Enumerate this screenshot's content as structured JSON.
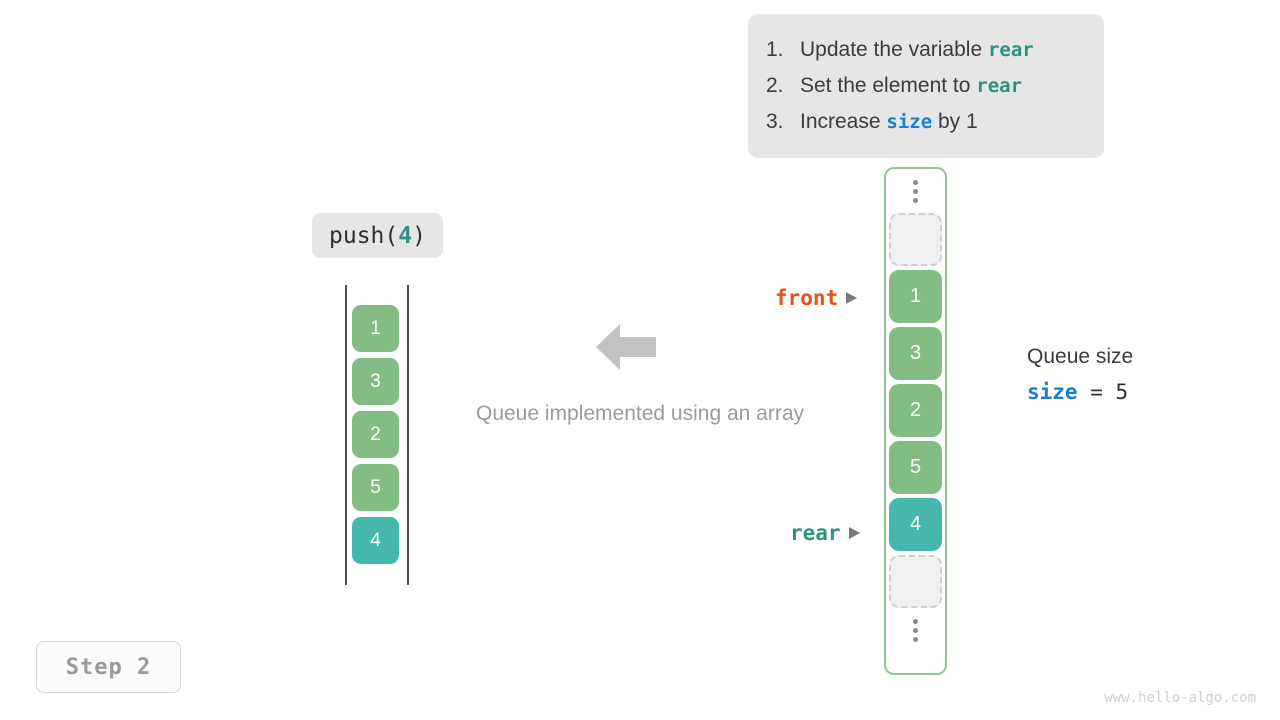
{
  "instructions": {
    "steps": [
      {
        "num": "1.",
        "before": "Update the variable ",
        "keyword": "rear",
        "keyword_kind": "rear",
        "after": ""
      },
      {
        "num": "2.",
        "before": "Set the element to ",
        "keyword": "rear",
        "keyword_kind": "rear",
        "after": ""
      },
      {
        "num": "3.",
        "before": "Increase ",
        "keyword": "size",
        "keyword_kind": "size",
        "after": " by 1"
      }
    ]
  },
  "operation": {
    "name": "push(",
    "arg": "4",
    "close": ")"
  },
  "left_queue": {
    "cells": [
      {
        "value": "1",
        "style": "green"
      },
      {
        "value": "3",
        "style": "green"
      },
      {
        "value": "2",
        "style": "green"
      },
      {
        "value": "5",
        "style": "green"
      },
      {
        "value": "4",
        "style": "teal"
      }
    ]
  },
  "caption": "Queue implemented using an array",
  "array": {
    "top_ellipsis": "vertical-ellipsis",
    "bottom_ellipsis": "vertical-ellipsis",
    "cells": [
      {
        "value": "",
        "style": "empty"
      },
      {
        "value": "1",
        "style": "green"
      },
      {
        "value": "3",
        "style": "green"
      },
      {
        "value": "2",
        "style": "green"
      },
      {
        "value": "5",
        "style": "green"
      },
      {
        "value": "4",
        "style": "teal"
      },
      {
        "value": "",
        "style": "empty"
      }
    ]
  },
  "pointers": {
    "front": "front",
    "rear": "rear"
  },
  "size_readout": {
    "title": "Queue size",
    "var": "size",
    "expr": " = 5"
  },
  "step_badge": "Step 2",
  "watermark": "www.hello-algo.com",
  "colors": {
    "green": "#83bd84",
    "teal": "#45b7ad",
    "front": "#e8521a",
    "rear": "#2f9182",
    "size": "#1a7ed1",
    "container_border": "#8fc68f",
    "chip_bg": "#e6e6e6",
    "arrow_gray": "#c2c2c2",
    "caption_gray": "#9a9a9a"
  }
}
